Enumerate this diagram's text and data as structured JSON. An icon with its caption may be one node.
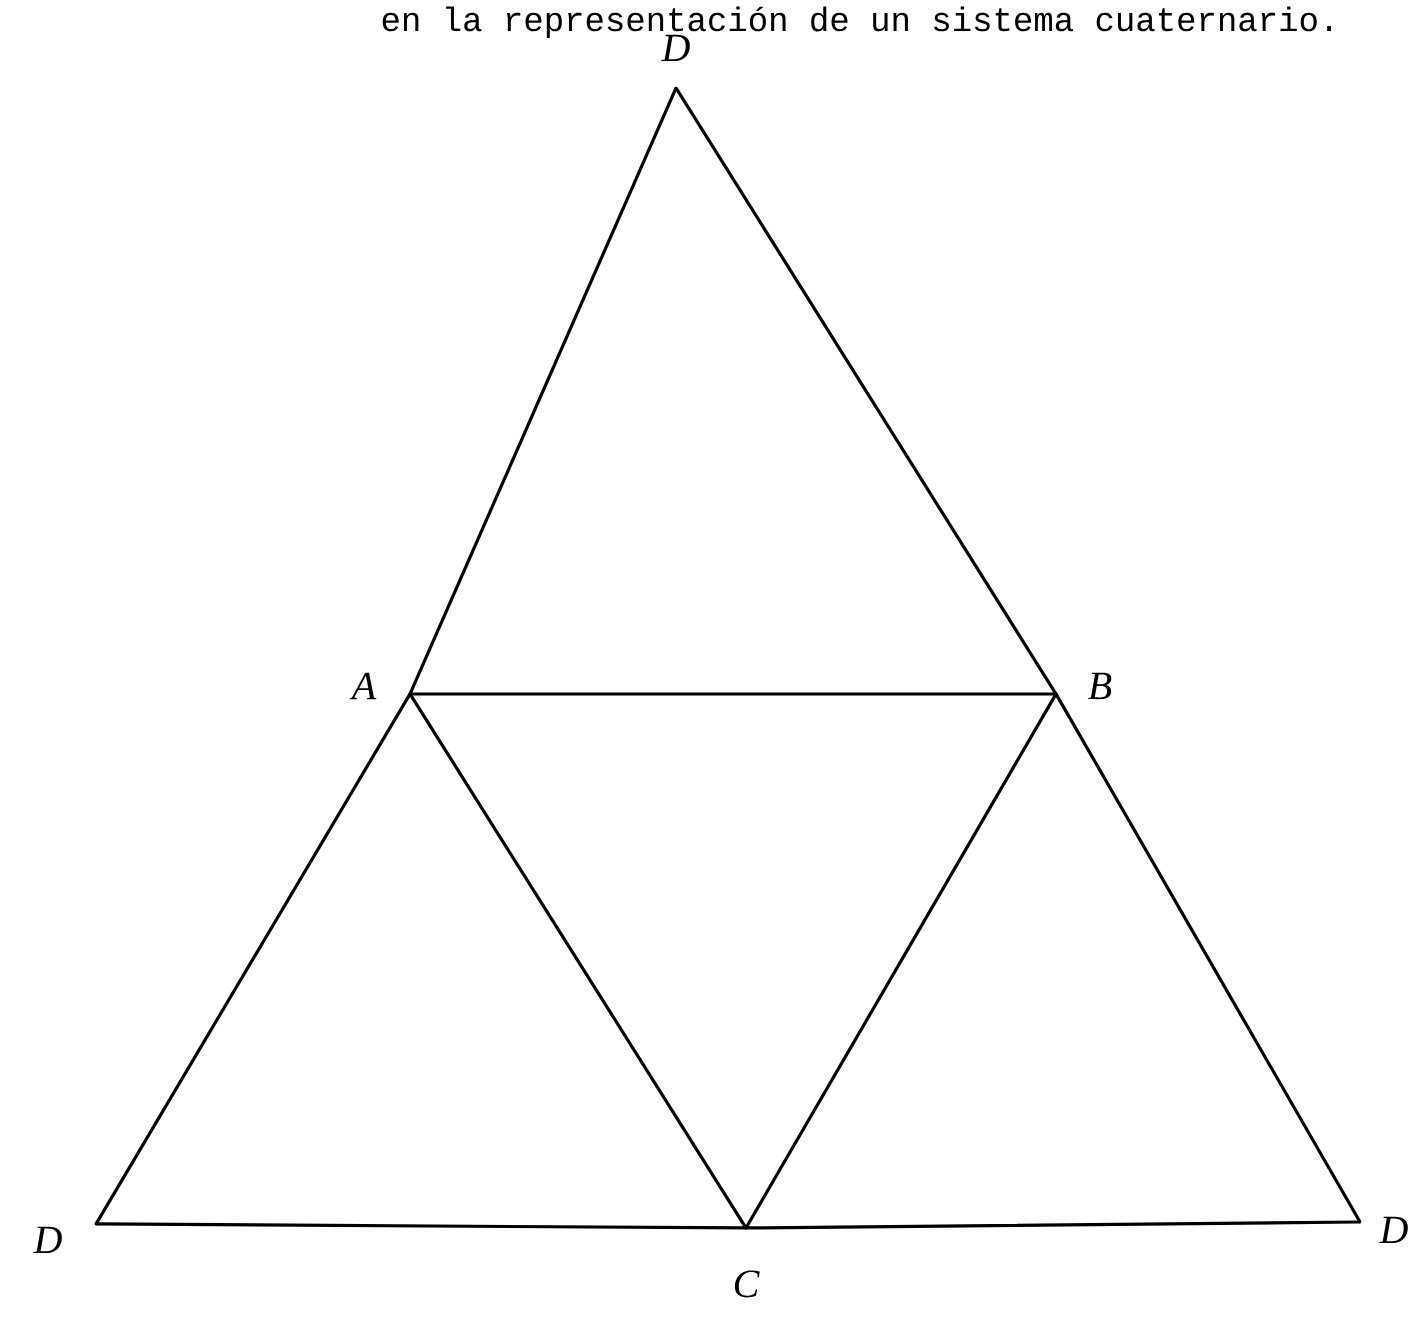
{
  "diagram": {
    "title": "en la representación de un sistema cuaternario.",
    "nodes": [
      {
        "text": [
          "D"
        ]
      },
      {
        "text": [
          "A"
        ]
      },
      {
        "text": [
          "B"
        ]
      },
      {
        "text": [
          "D"
        ]
      },
      {
        "text": [
          "C"
        ]
      },
      {
        "text": [
          "D"
        ]
      }
    ],
    "edges": [
      {
        "from": 0,
        "to": 1,
        "arrow": "none"
      },
      {
        "from": 1,
        "to": 3,
        "arrow": "none"
      },
      {
        "from": 3,
        "to": 4,
        "arrow": "none"
      },
      {
        "from": 4,
        "to": 5,
        "arrow": "none"
      },
      {
        "from": 5,
        "to": 2,
        "arrow": "none"
      },
      {
        "from": 2,
        "to": 0,
        "arrow": "none"
      },
      {
        "from": 1,
        "to": 2,
        "arrow": "none"
      },
      {
        "from": 1,
        "to": 4,
        "arrow": "none"
      },
      {
        "from": 2,
        "to": 4,
        "arrow": "none"
      }
    ]
  }
}
